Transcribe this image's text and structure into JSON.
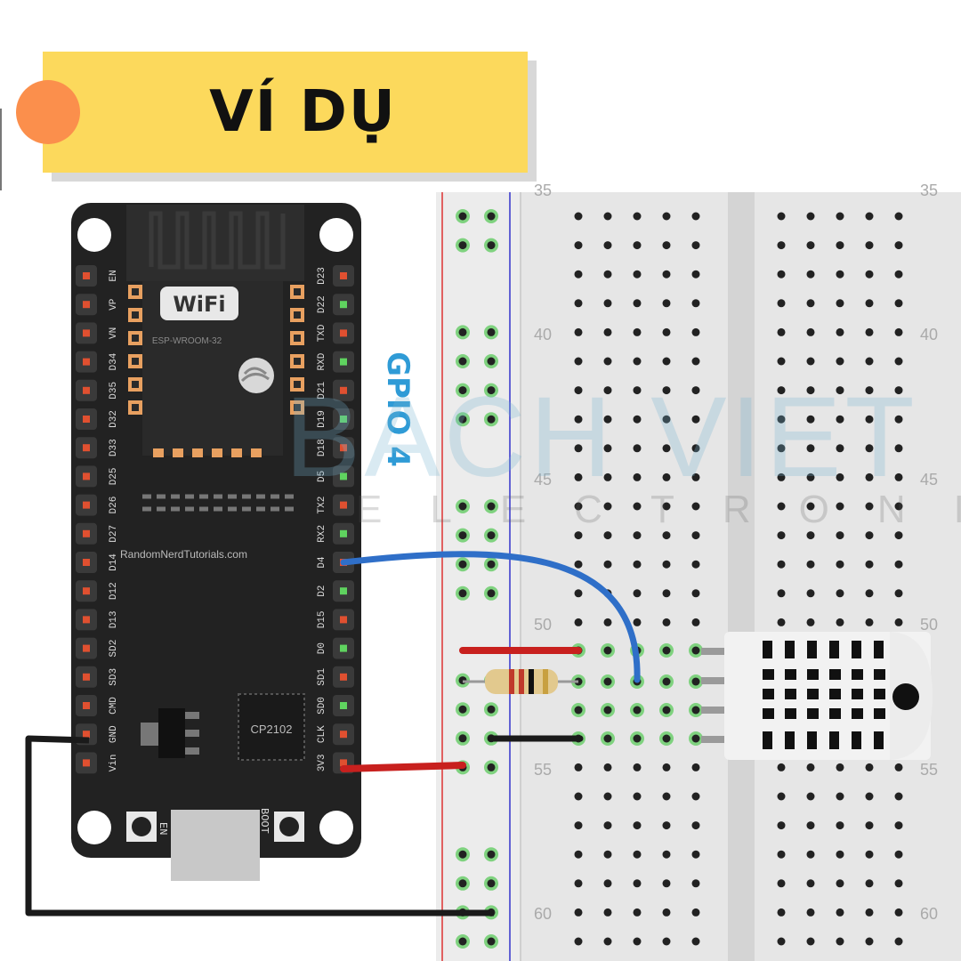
{
  "banner": {
    "title": "VÍ DỤ"
  },
  "board": {
    "wifi_logo": "WiFi",
    "module_name": "ESP-WROOM-32",
    "credit": "RandomNerdTutorials.com",
    "usb_chip": "CP2102",
    "left_pins": [
      "EN",
      "VP",
      "VN",
      "D34",
      "D35",
      "D32",
      "D33",
      "D25",
      "D26",
      "D27",
      "D14",
      "D12",
      "D13",
      "SD2",
      "SD3",
      "CMD",
      "GND",
      "Vin"
    ],
    "right_pins": [
      "D23",
      "D22",
      "TXD",
      "RXD",
      "D21",
      "D19",
      "D18",
      "D5",
      "TX2",
      "RX2",
      "D4",
      "D2",
      "D15",
      "D0",
      "SD1",
      "SD0",
      "CLK",
      "3V3"
    ],
    "buttons": {
      "en": "EN",
      "boot": "BOOT"
    }
  },
  "gpio_label": "GPIO 4",
  "breadboard": {
    "row_numbers": [
      "35",
      "40",
      "45",
      "50",
      "55",
      "60"
    ]
  },
  "watermark": {
    "main": "BACH VIET",
    "sub": "ELECTRONIC"
  },
  "colors": {
    "banner": "#fcd95c",
    "bullet": "#fb8f4c",
    "gpio_text": "#2f9bd6",
    "wire_signal": "#2f6fc8",
    "wire_power": "#c8201e",
    "wire_ground": "#1a1a1a",
    "board": "#222222",
    "breadboard": "#e6e6e6"
  }
}
